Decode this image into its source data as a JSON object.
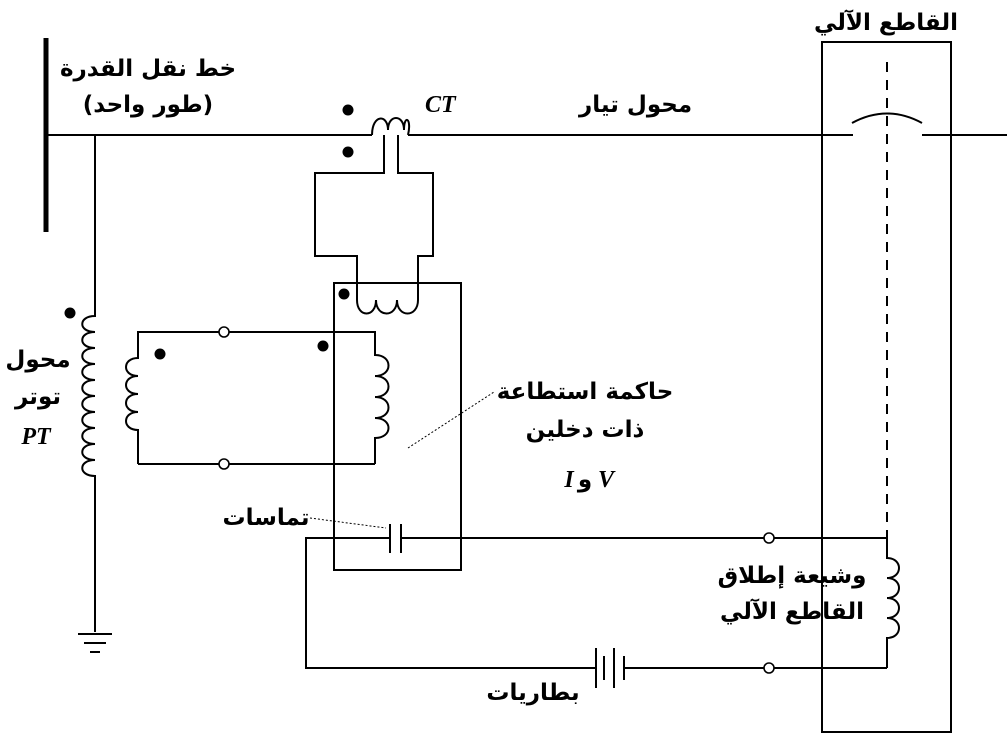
{
  "labels": {
    "power_line": "خط نقل القدرة",
    "single_phase": "(طور واحد)",
    "ct_arabic": "محول تيار",
    "ct_symbol": "CT",
    "pt_line1": "محول",
    "pt_line2": "توتر",
    "pt_symbol": "PT",
    "breaker": "القاطع الآلي",
    "relay_line1": "حاكمة استطاعة",
    "relay_line2": "ذات دخلين",
    "relay_i": "I",
    "relay_and": "و",
    "relay_v": "V",
    "contacts": "تماسات",
    "trip_line1": "وشيعة إطلاق",
    "trip_line2": "القاطع الآلي",
    "batteries": "بطاريات"
  },
  "icons": {
    "ground": "ground-icon",
    "battery": "battery-icon",
    "contact": "contact-icon",
    "coil": "coil-icon"
  }
}
